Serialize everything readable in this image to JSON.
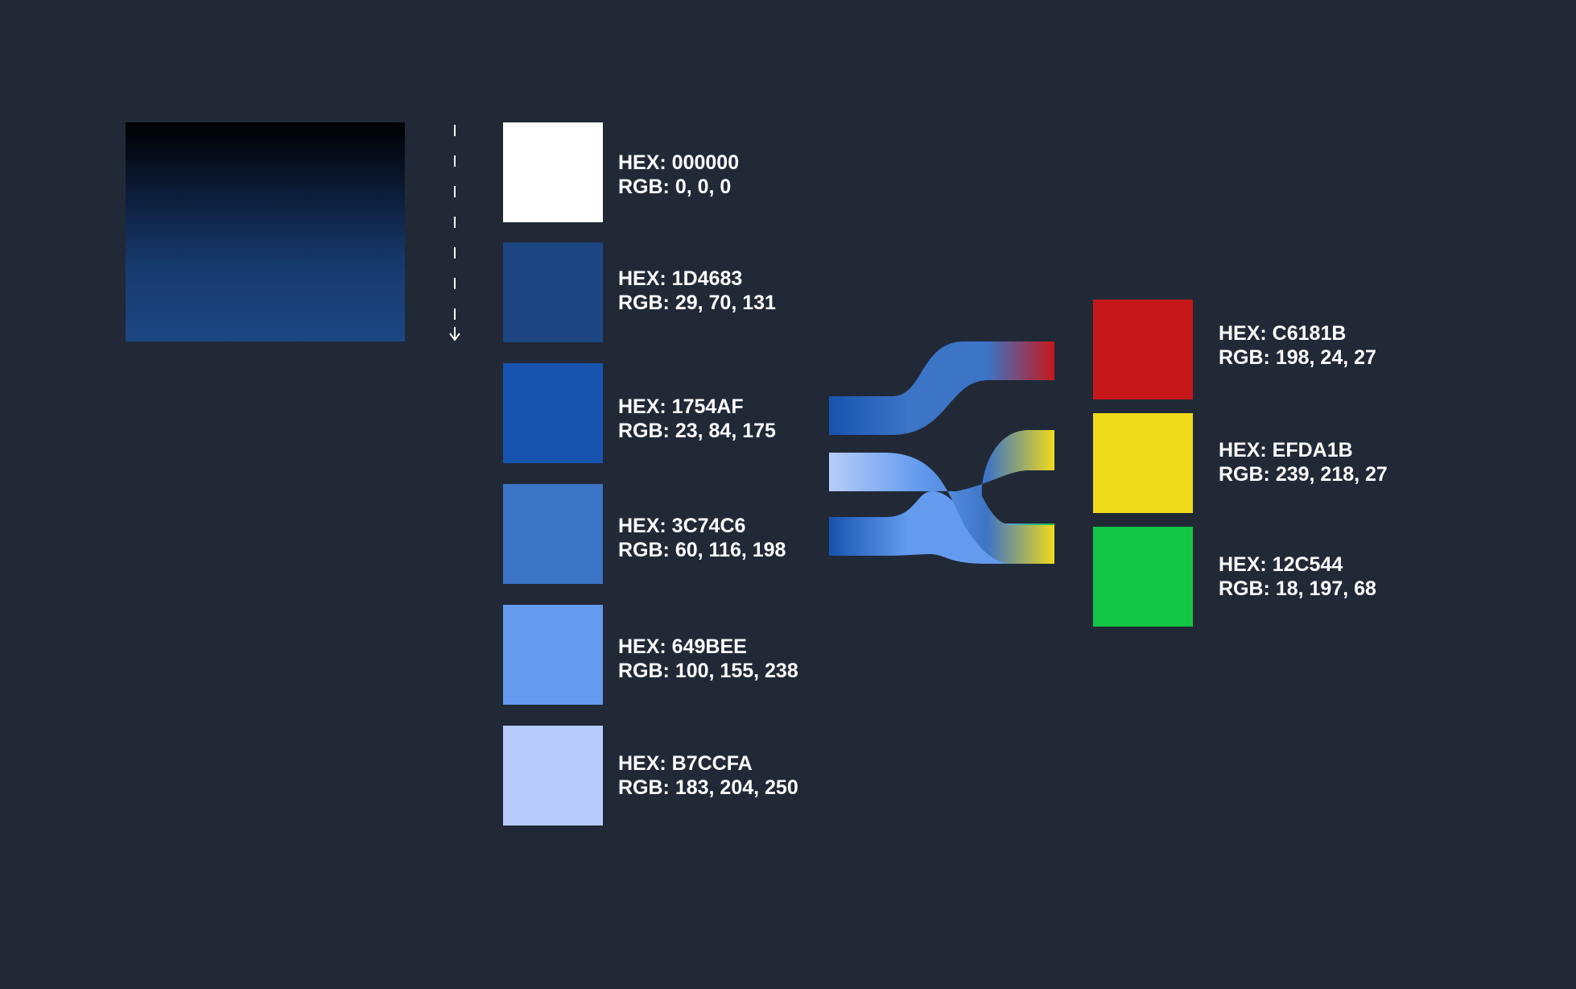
{
  "palette": {
    "swatches": [
      {
        "name": "swatch-white",
        "color": "#FFFFFF",
        "hex_label": "HEX: 000000",
        "rgb_label": "RGB: 0, 0, 0"
      },
      {
        "name": "swatch-1d4683",
        "color": "#1D4683",
        "hex_label": "HEX: 1D4683",
        "rgb_label": "RGB: 29, 70, 131"
      },
      {
        "name": "swatch-1754af",
        "color": "#1754AF",
        "hex_label": "HEX: 1754AF",
        "rgb_label": "RGB: 23, 84, 175"
      },
      {
        "name": "swatch-3c74c6",
        "color": "#3C74C6",
        "hex_label": "HEX: 3C74C6",
        "rgb_label": "RGB: 60, 116, 198"
      },
      {
        "name": "swatch-649bee",
        "color": "#649BEE",
        "hex_label": "HEX: 649BEE",
        "rgb_label": "RGB: 100, 155, 238"
      },
      {
        "name": "swatch-b7ccfa",
        "color": "#B7CCFA",
        "hex_label": "HEX: B7CCFA",
        "rgb_label": "RGB: 183, 204, 250"
      }
    ]
  },
  "status": {
    "swatches": [
      {
        "name": "swatch-red",
        "color": "#C6181B",
        "hex_label": "HEX: C6181B",
        "rgb_label": "RGB: 198, 24, 27"
      },
      {
        "name": "swatch-yellow",
        "color": "#EFDA1B",
        "hex_label": "HEX: EFDA1B",
        "rgb_label": "RGB: 239, 218, 27"
      },
      {
        "name": "swatch-green",
        "color": "#12C544",
        "hex_label": "HEX: 12C544",
        "rgb_label": "RGB: 18, 197, 68"
      }
    ]
  },
  "gradient": {
    "from": "#000000",
    "to": "#1D4683"
  },
  "colors": {
    "background": "#212937",
    "text": "#FFFFFF"
  }
}
